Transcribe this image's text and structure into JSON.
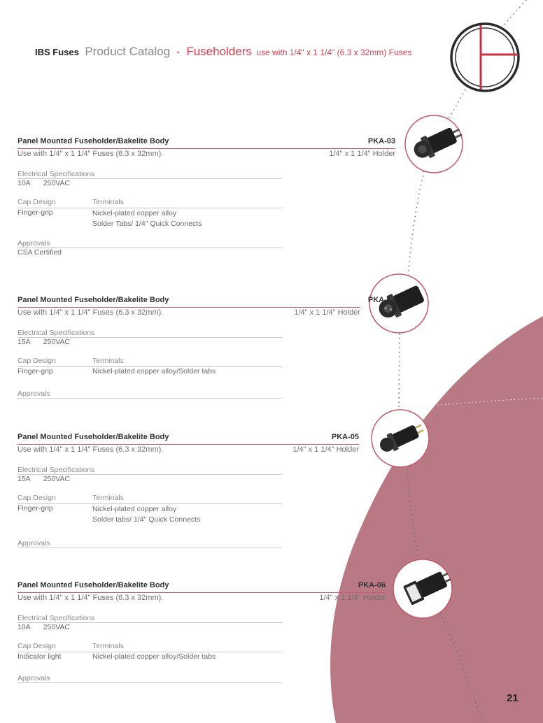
{
  "header": {
    "brand": "IBS Fuses",
    "catalog": "Product Catalog",
    "separator": "•",
    "category": "Fuseholders",
    "subtitle": "use with 1/4\" x 1 1/4\" (6.3 x 32mm) Fuses"
  },
  "labels": {
    "electrical": "Electrical Specifications",
    "cap_design": "Cap Design",
    "terminals": "Terminals",
    "approvals": "Approvals"
  },
  "products": [
    {
      "title": "Panel Mounted Fuseholder/Bakelite Body",
      "code": "PKA-03",
      "usage": "Use with 1/4\" x 1 1/4\" Fuses (6.3 x 32mm).",
      "holder": "1/4\" x 1 1/4\" Holder",
      "amps": "10A",
      "volts": "250VAC",
      "cap_design": "Finger-grip",
      "terminals": [
        "Nickel-plated copper alloy",
        "Solder Tabs/ 1/4\" Quick Connects"
      ],
      "approvals": "CSA Certified"
    },
    {
      "title": "Panel Mounted Fuseholder/Bakelite Body",
      "code": "PKA-04",
      "usage": "Use with 1/4\" x 1 1/4\" Fuses (6.3 x 32mm).",
      "holder": "1/4\" x 1 1/4\" Holder",
      "amps": "15A",
      "volts": "250VAC",
      "cap_design": "Finger-grip",
      "terminals": [
        "Nickel-plated copper alloy/Solder tabs",
        ""
      ],
      "approvals": ""
    },
    {
      "title": "Panel Mounted Fuseholder/Bakelite Body",
      "code": "PKA-05",
      "usage": "Use with 1/4\" x 1 1/4\" Fuses (6.3 x 32mm).",
      "holder": "1/4\" x 1 1/4\" Holder",
      "amps": "15A",
      "volts": "250VAC",
      "cap_design": "Finger-grip",
      "terminals": [
        "Nickel-plated copper alloy",
        "Solder tabs/ 1/4\" Quick Connects"
      ],
      "approvals": ""
    },
    {
      "title": "Panel Mounted Fuseholder/Bakelite Body",
      "code": "PKA-06",
      "usage": "Use with 1/4\" x 1 1/4\" Fuses (6.3 x 32mm).",
      "holder": "1/4\" x 1 1/4\" Holder",
      "amps": "10A",
      "volts": "250VAC",
      "cap_design": "Indicator light",
      "terminals": [
        "Nickel-plated copper alloy/Solder tabs",
        ""
      ],
      "approvals": ""
    }
  ],
  "page_number": "21",
  "colors": {
    "accent": "#d4404f",
    "blob": "#b97984",
    "title_rule": "#c25a68"
  }
}
